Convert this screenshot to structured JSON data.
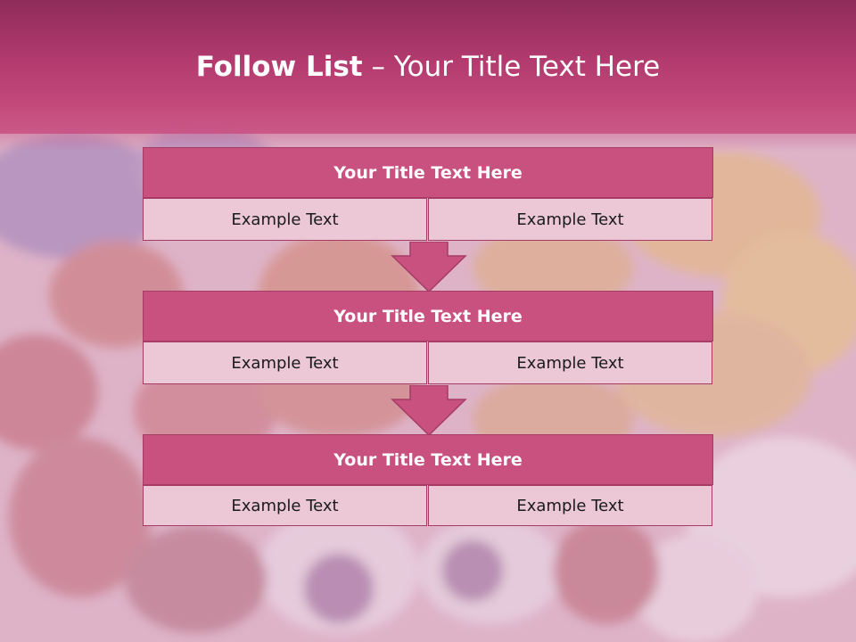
{
  "slide": {
    "title_bold": "Follow List",
    "title_rest": "– Your Title Text Here"
  },
  "steps": [
    {
      "title": "Your Title Text Here",
      "left": "Example Text",
      "right": "Example Text"
    },
    {
      "title": "Your Title Text Here",
      "left": "Example Text",
      "right": "Example Text"
    },
    {
      "title": "Your Title Text Here",
      "left": "Example Text",
      "right": "Example Text"
    }
  ],
  "colors": {
    "header": "#b23a6e",
    "box_title": "#c9517f",
    "box_cell": "#ecc8d6",
    "border": "#a63b66",
    "arrow": "#c9517f"
  }
}
